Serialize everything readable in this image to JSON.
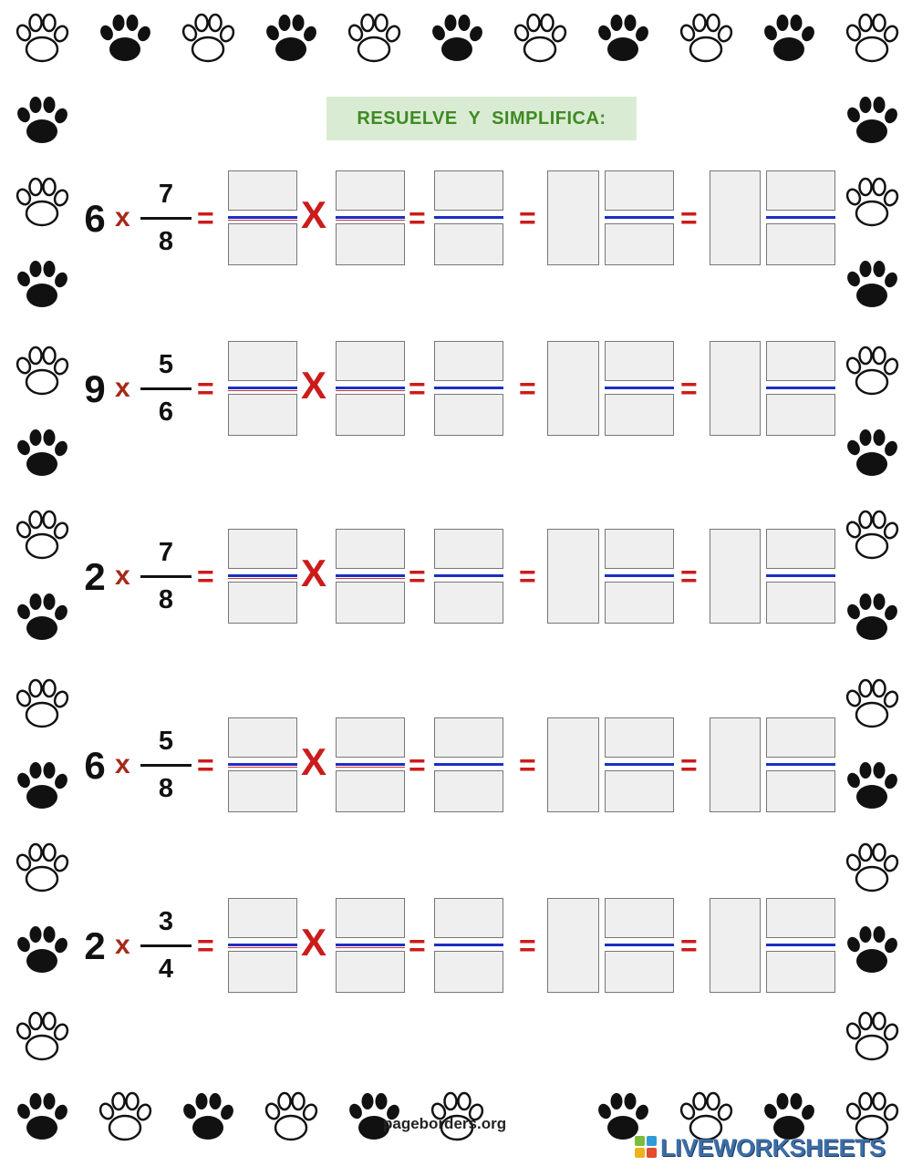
{
  "title": "RESUELVE  Y  SIMPLIFICA:",
  "operators": {
    "times_small": "x",
    "times_big": "X",
    "equals": "="
  },
  "problems": [
    {
      "whole": "6",
      "numerator": "7",
      "denominator": "8"
    },
    {
      "whole": "9",
      "numerator": "5",
      "denominator": "6"
    },
    {
      "whole": "2",
      "numerator": "7",
      "denominator": "8"
    },
    {
      "whole": "6",
      "numerator": "5",
      "denominator": "8"
    },
    {
      "whole": "2",
      "numerator": "3",
      "denominator": "4"
    }
  ],
  "footer": {
    "credit": "pageborders.org",
    "logo_text": "LIVEWORKSHEETS"
  },
  "colors": {
    "title_bg": "#d9ecd3",
    "title_text": "#3f8a23",
    "operator_red": "#cc1b1b",
    "small_x": "#a52a1a",
    "fraction_line_blue": "#1b2fc4",
    "answer_box": "#efefef",
    "logo_blue": "#3c6ea8"
  },
  "icons": {
    "border": "paw-print-icon"
  }
}
